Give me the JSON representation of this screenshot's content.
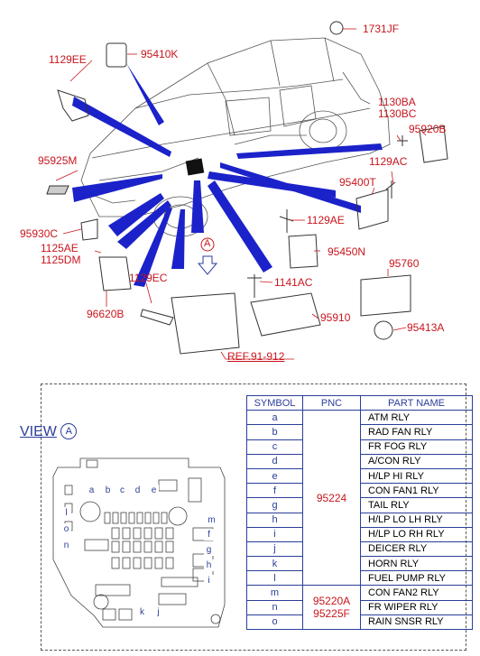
{
  "colors": {
    "label": "#c8161d",
    "leader": "#1c22c9",
    "table": "#2b3e9a",
    "dash": "#555555"
  },
  "labels": {
    "p1731jf": "1731JF",
    "p95410k": "95410K",
    "p1129ee": "1129EE",
    "p1130ba": "1130BA",
    "p1130bc": "1130BC",
    "p95920b": "95920B",
    "p95925m": "95925M",
    "p1129ac": "1129AC",
    "p95400t": "95400T",
    "p95930c": "95930C",
    "p1129ae": "1129AE",
    "p1125ae": "1125AE",
    "p1125dm": "1125DM",
    "p95450n": "95450N",
    "p1129ec": "1129EC",
    "p95760": "95760",
    "p1141ac": "1141AC",
    "p96620b": "96620B",
    "p95910": "95910",
    "p95413a": "95413A",
    "ref": "REF.91-912",
    "callout_a": "A"
  },
  "view": {
    "title": "VIEW",
    "circle": "A"
  },
  "table": {
    "headers": {
      "symbol": "SYMBOL",
      "pnc": "PNC",
      "part": "PART NAME"
    },
    "rows": [
      {
        "symbol": "a",
        "part": "ATM RLY"
      },
      {
        "symbol": "b",
        "part": "RAD FAN RLY"
      },
      {
        "symbol": "c",
        "part": "FR FOG RLY"
      },
      {
        "symbol": "d",
        "part": "A/CON RLY"
      },
      {
        "symbol": "e",
        "part": "H/LP HI RLY"
      },
      {
        "symbol": "f",
        "part": "CON FAN1 RLY"
      },
      {
        "symbol": "g",
        "part": "TAIL RLY"
      },
      {
        "symbol": "h",
        "part": "H/LP LO LH RLY"
      },
      {
        "symbol": "i",
        "part": "H/LP LO RH RLY"
      },
      {
        "symbol": "j",
        "part": "DEICER RLY"
      },
      {
        "symbol": "k",
        "part": "HORN RLY"
      },
      {
        "symbol": "l",
        "part": "FUEL PUMP RLY"
      },
      {
        "symbol": "m",
        "part": "CON FAN2 RLY"
      },
      {
        "symbol": "n",
        "part": "FR WIPER RLY"
      },
      {
        "symbol": "o",
        "part": "RAIN SNSR RLY"
      }
    ],
    "pnc_main": "95224",
    "pnc_sub1": "95220A",
    "pnc_sub2": "95225F"
  },
  "fuse_letters": {
    "a": "a",
    "b": "b",
    "c": "c",
    "d": "d",
    "e": "e",
    "l": "l",
    "o": "o",
    "n": "n",
    "m": "m",
    "f": "f",
    "g": "g",
    "h": "h",
    "i": "i",
    "k": "k",
    "j": "j"
  }
}
